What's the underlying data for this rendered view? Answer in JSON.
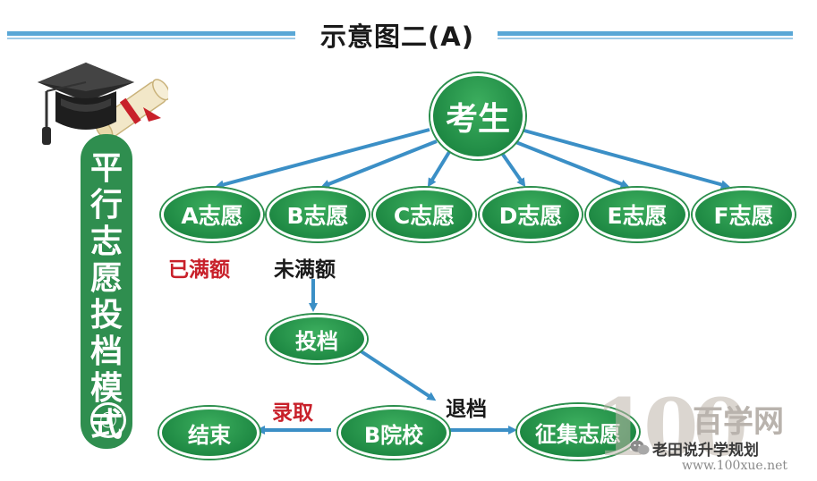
{
  "title": "示意图二(A)",
  "side_title": "平行志愿投档模式",
  "side_number": "①",
  "nodes": {
    "candidate": "考生",
    "volunteers": [
      "A志愿",
      "B志愿",
      "C志愿",
      "D志愿",
      "E志愿",
      "F志愿"
    ],
    "submit": "投档",
    "college": "B院校",
    "end": "结束",
    "supplement": "征集志愿"
  },
  "labels": {
    "full": "已满额",
    "not_full": "未满额",
    "admitted": "录取",
    "rejected": "退档"
  },
  "watermark": {
    "number": "100",
    "brand": "百学网",
    "account": "老田说升学规划",
    "url": "www.100xue.net"
  },
  "colors": {
    "node_green": "#1f8a44",
    "panel_green": "#2f8e4f",
    "line_blue": "#5aa7d6",
    "label_red": "#c8202a"
  }
}
